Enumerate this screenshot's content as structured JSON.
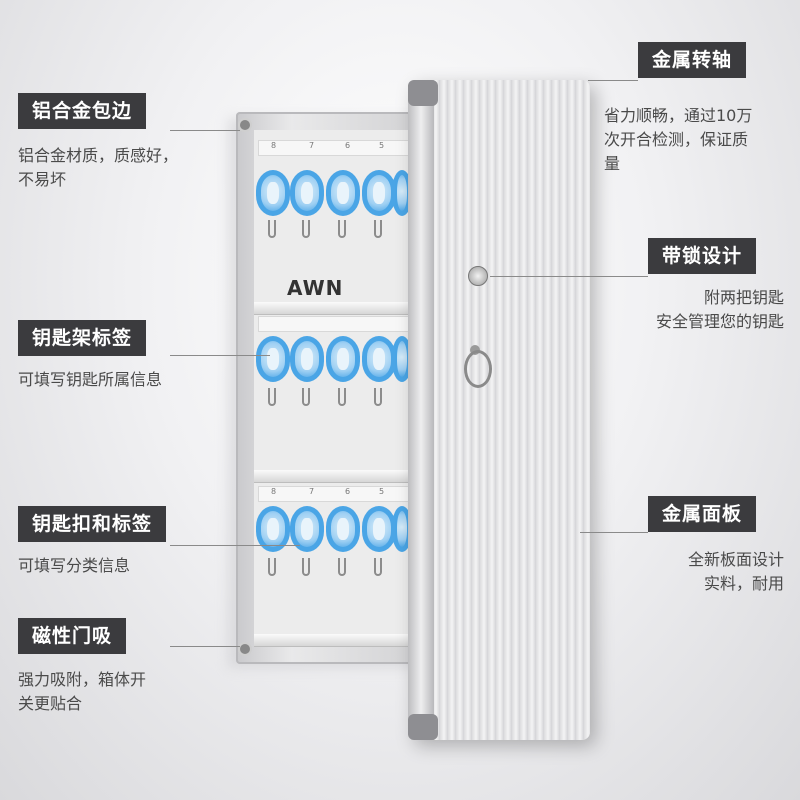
{
  "brand": "AWN",
  "slot_numbers": [
    "8",
    "7",
    "6",
    "5"
  ],
  "callouts": {
    "aluminum_edge": {
      "title": "铝合金包边",
      "lines": [
        "铝合金材质，质感好，",
        "不易坏"
      ]
    },
    "key_rack_label": {
      "title": "钥匙架标签",
      "lines": [
        "可填写钥匙所属信息"
      ]
    },
    "key_tag_label": {
      "title": "钥匙扣和标签",
      "lines": [
        "可填写分类信息"
      ]
    },
    "magnetic_latch": {
      "title": "磁性门吸",
      "lines": [
        "强力吸附，箱体开",
        "关更贴合"
      ]
    },
    "metal_hinge": {
      "title": "金属转轴",
      "lines": [
        "省力顺畅，通过10万",
        "次开合检测，保证质",
        "量"
      ]
    },
    "lock_design": {
      "title": "带锁设计",
      "lines": [
        "附两把钥匙",
        "安全管理您的钥匙"
      ]
    },
    "metal_panel": {
      "title": "金属面板",
      "lines": [
        "全新板面设计",
        "实料，耐用"
      ]
    }
  },
  "colors": {
    "label_bg": "#3b3b3e",
    "key_tag": "#4aa5e6"
  }
}
